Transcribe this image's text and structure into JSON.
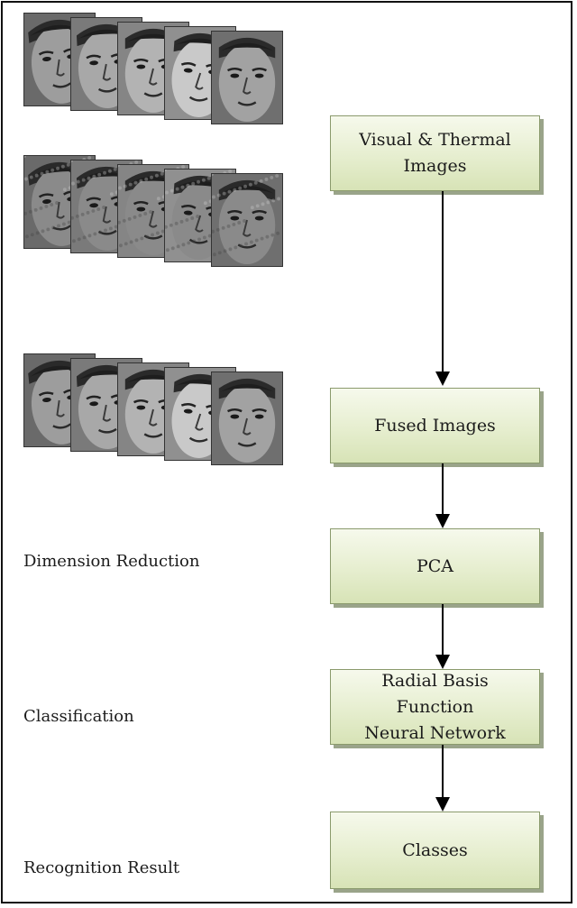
{
  "flow": {
    "steps": [
      {
        "id": "visual-thermal",
        "line1": "Visual & Thermal",
        "line2": "Images"
      },
      {
        "id": "fused",
        "line1": "Fused Images",
        "line2": ""
      },
      {
        "id": "pca",
        "line1": "PCA",
        "line2": ""
      },
      {
        "id": "rbf",
        "line1": "Radial Basis Function",
        "line2": "Neural Network"
      },
      {
        "id": "classes",
        "line1": "Classes",
        "line2": ""
      }
    ]
  },
  "labels": {
    "dimension_reduction": "Dimension Reduction",
    "classification": "Classification",
    "recognition_result": "Recognition Result"
  },
  "image_rows": [
    "visual-faces",
    "thermal-faces",
    "fused-faces"
  ],
  "colors": {
    "box_top": "#f6f9ec",
    "box_bottom": "#d7e3b6",
    "box_border": "#8a9a6c",
    "arrow": "#000000"
  }
}
